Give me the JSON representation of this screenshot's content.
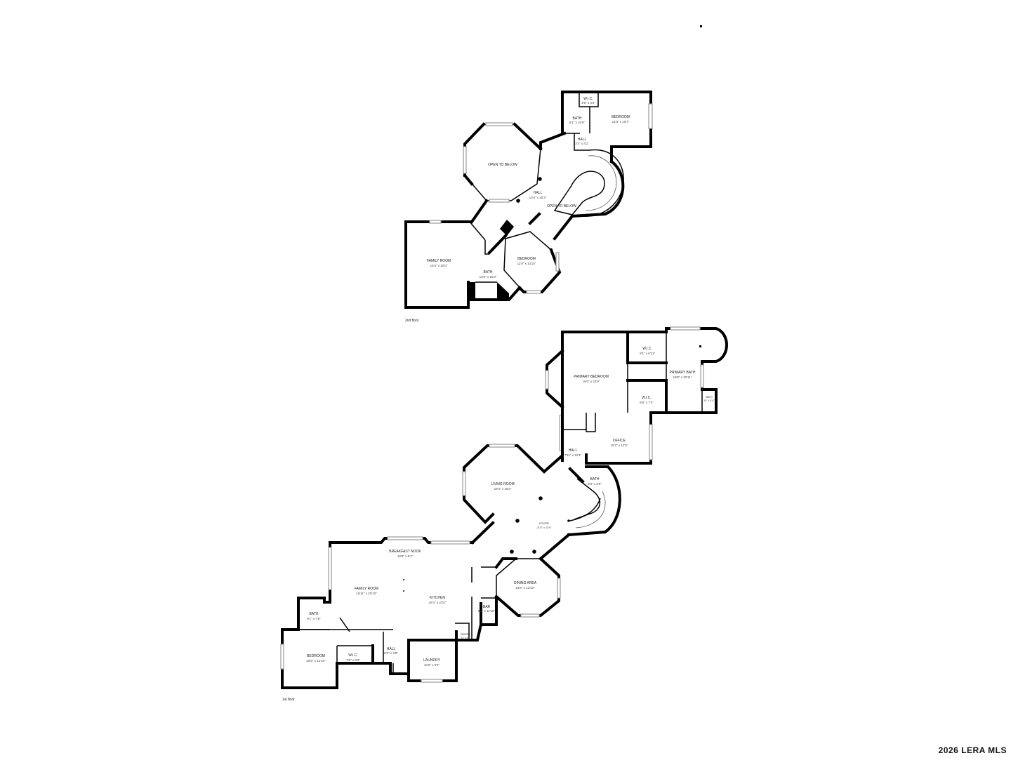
{
  "floors": [
    {
      "label": "2nd floor",
      "rooms": [
        {
          "name": "W.I.C.",
          "dim": "4'9\" x 4'2\""
        },
        {
          "name": "BATH",
          "dim": "6'1\" x 10'8\""
        },
        {
          "name": "BEDROOM",
          "dim": "14'3\" x 15'7\""
        },
        {
          "name": "HALL",
          "dim": "3'4\" x 4'1\""
        },
        {
          "name": "OPEN TO BELOW",
          "dim": ""
        },
        {
          "name": "HALL",
          "dim": "10'4\" x 30'3\""
        },
        {
          "name": "OPEN TO BELOW",
          "dim": ""
        },
        {
          "name": "FAMILY ROOM",
          "dim": "15'4\" x 20'0\""
        },
        {
          "name": "BEDROOM",
          "dim": "11'9\" x 14'10\""
        },
        {
          "name": "BATH",
          "dim": "10'5\" x 10'0\""
        }
      ]
    },
    {
      "label": "1st floor",
      "rooms": [
        {
          "name": "W.I.C.",
          "dim": "9'1\" x 6'11\""
        },
        {
          "name": "PRIMARY BEDROOM",
          "dim": "19'0\" x 22'9\""
        },
        {
          "name": "PRIMARY BATH",
          "dim": "18'8\" x 20'11\""
        },
        {
          "name": "W.I.C.",
          "dim": "8'8\" x 7'4\""
        },
        {
          "name": "BATH",
          "dim": "3'4\" x 6'11\""
        },
        {
          "name": "OFFICE",
          "dim": "15'2\" x 12'5\""
        },
        {
          "name": "HALL",
          "dim": "7'11\" x 12'4\""
        },
        {
          "name": "BATH",
          "dim": "8'3\" x 6'5\""
        },
        {
          "name": "LIVING ROOM",
          "dim": "18'4\" x 16'3\""
        },
        {
          "name": "FOYER",
          "dim": "21'5\" x 10'9\""
        },
        {
          "name": "BREAKFAST NOOK",
          "dim": "10'9\" x 6'1\""
        },
        {
          "name": "FAMILY ROOM",
          "dim": "16'11\" x 20'10\""
        },
        {
          "name": "KITCHEN",
          "dim": "16'4\" x 23'0\""
        },
        {
          "name": "DINING AREA",
          "dim": "14'8\" x 13'10\""
        },
        {
          "name": "BAR",
          "dim": "9'5\" x 11'10\""
        },
        {
          "name": "PANTRY",
          "dim": "3'1\" x 5'1\""
        },
        {
          "name": "BATH",
          "dim": "9'1\" x 7'6\""
        },
        {
          "name": "HALL",
          "dim": "9'2\" x 3'8\""
        },
        {
          "name": "LAUNDRY",
          "dim": "10'2\" x 9'4\""
        },
        {
          "name": "BEDROOM",
          "dim": "20'6\" x 12'10\""
        },
        {
          "name": "W.I.C.",
          "dim": "7'6\" x 3'4\""
        }
      ]
    }
  ],
  "watermark": "2026 LERA MLS"
}
